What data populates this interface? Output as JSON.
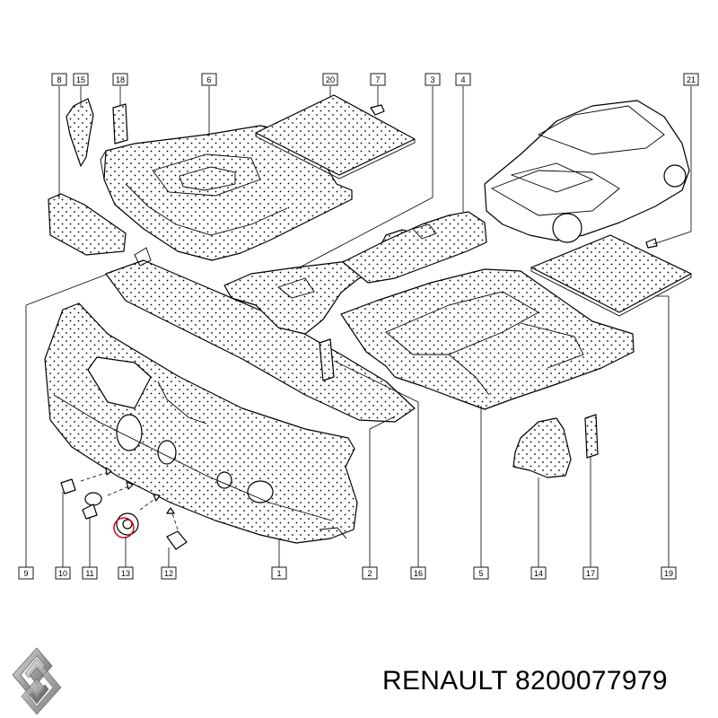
{
  "brand": {
    "text": "RENAULT 8200077979",
    "logo_icon": "renault-diamond-logo"
  },
  "callouts": {
    "c1": "1",
    "c2": "2",
    "c3": "3",
    "c4": "4",
    "c5": "5",
    "c6": "6",
    "c7": "7",
    "c8": "8",
    "c9": "9",
    "c10": "10",
    "c11": "11",
    "c12": "12",
    "c13": "13",
    "c14": "14",
    "c15": "15",
    "c16": "16",
    "c17": "17",
    "c18": "18",
    "c19": "19",
    "c20": "20",
    "c21": "21"
  },
  "highlight": {
    "part": "13",
    "color": "#e0001b"
  }
}
